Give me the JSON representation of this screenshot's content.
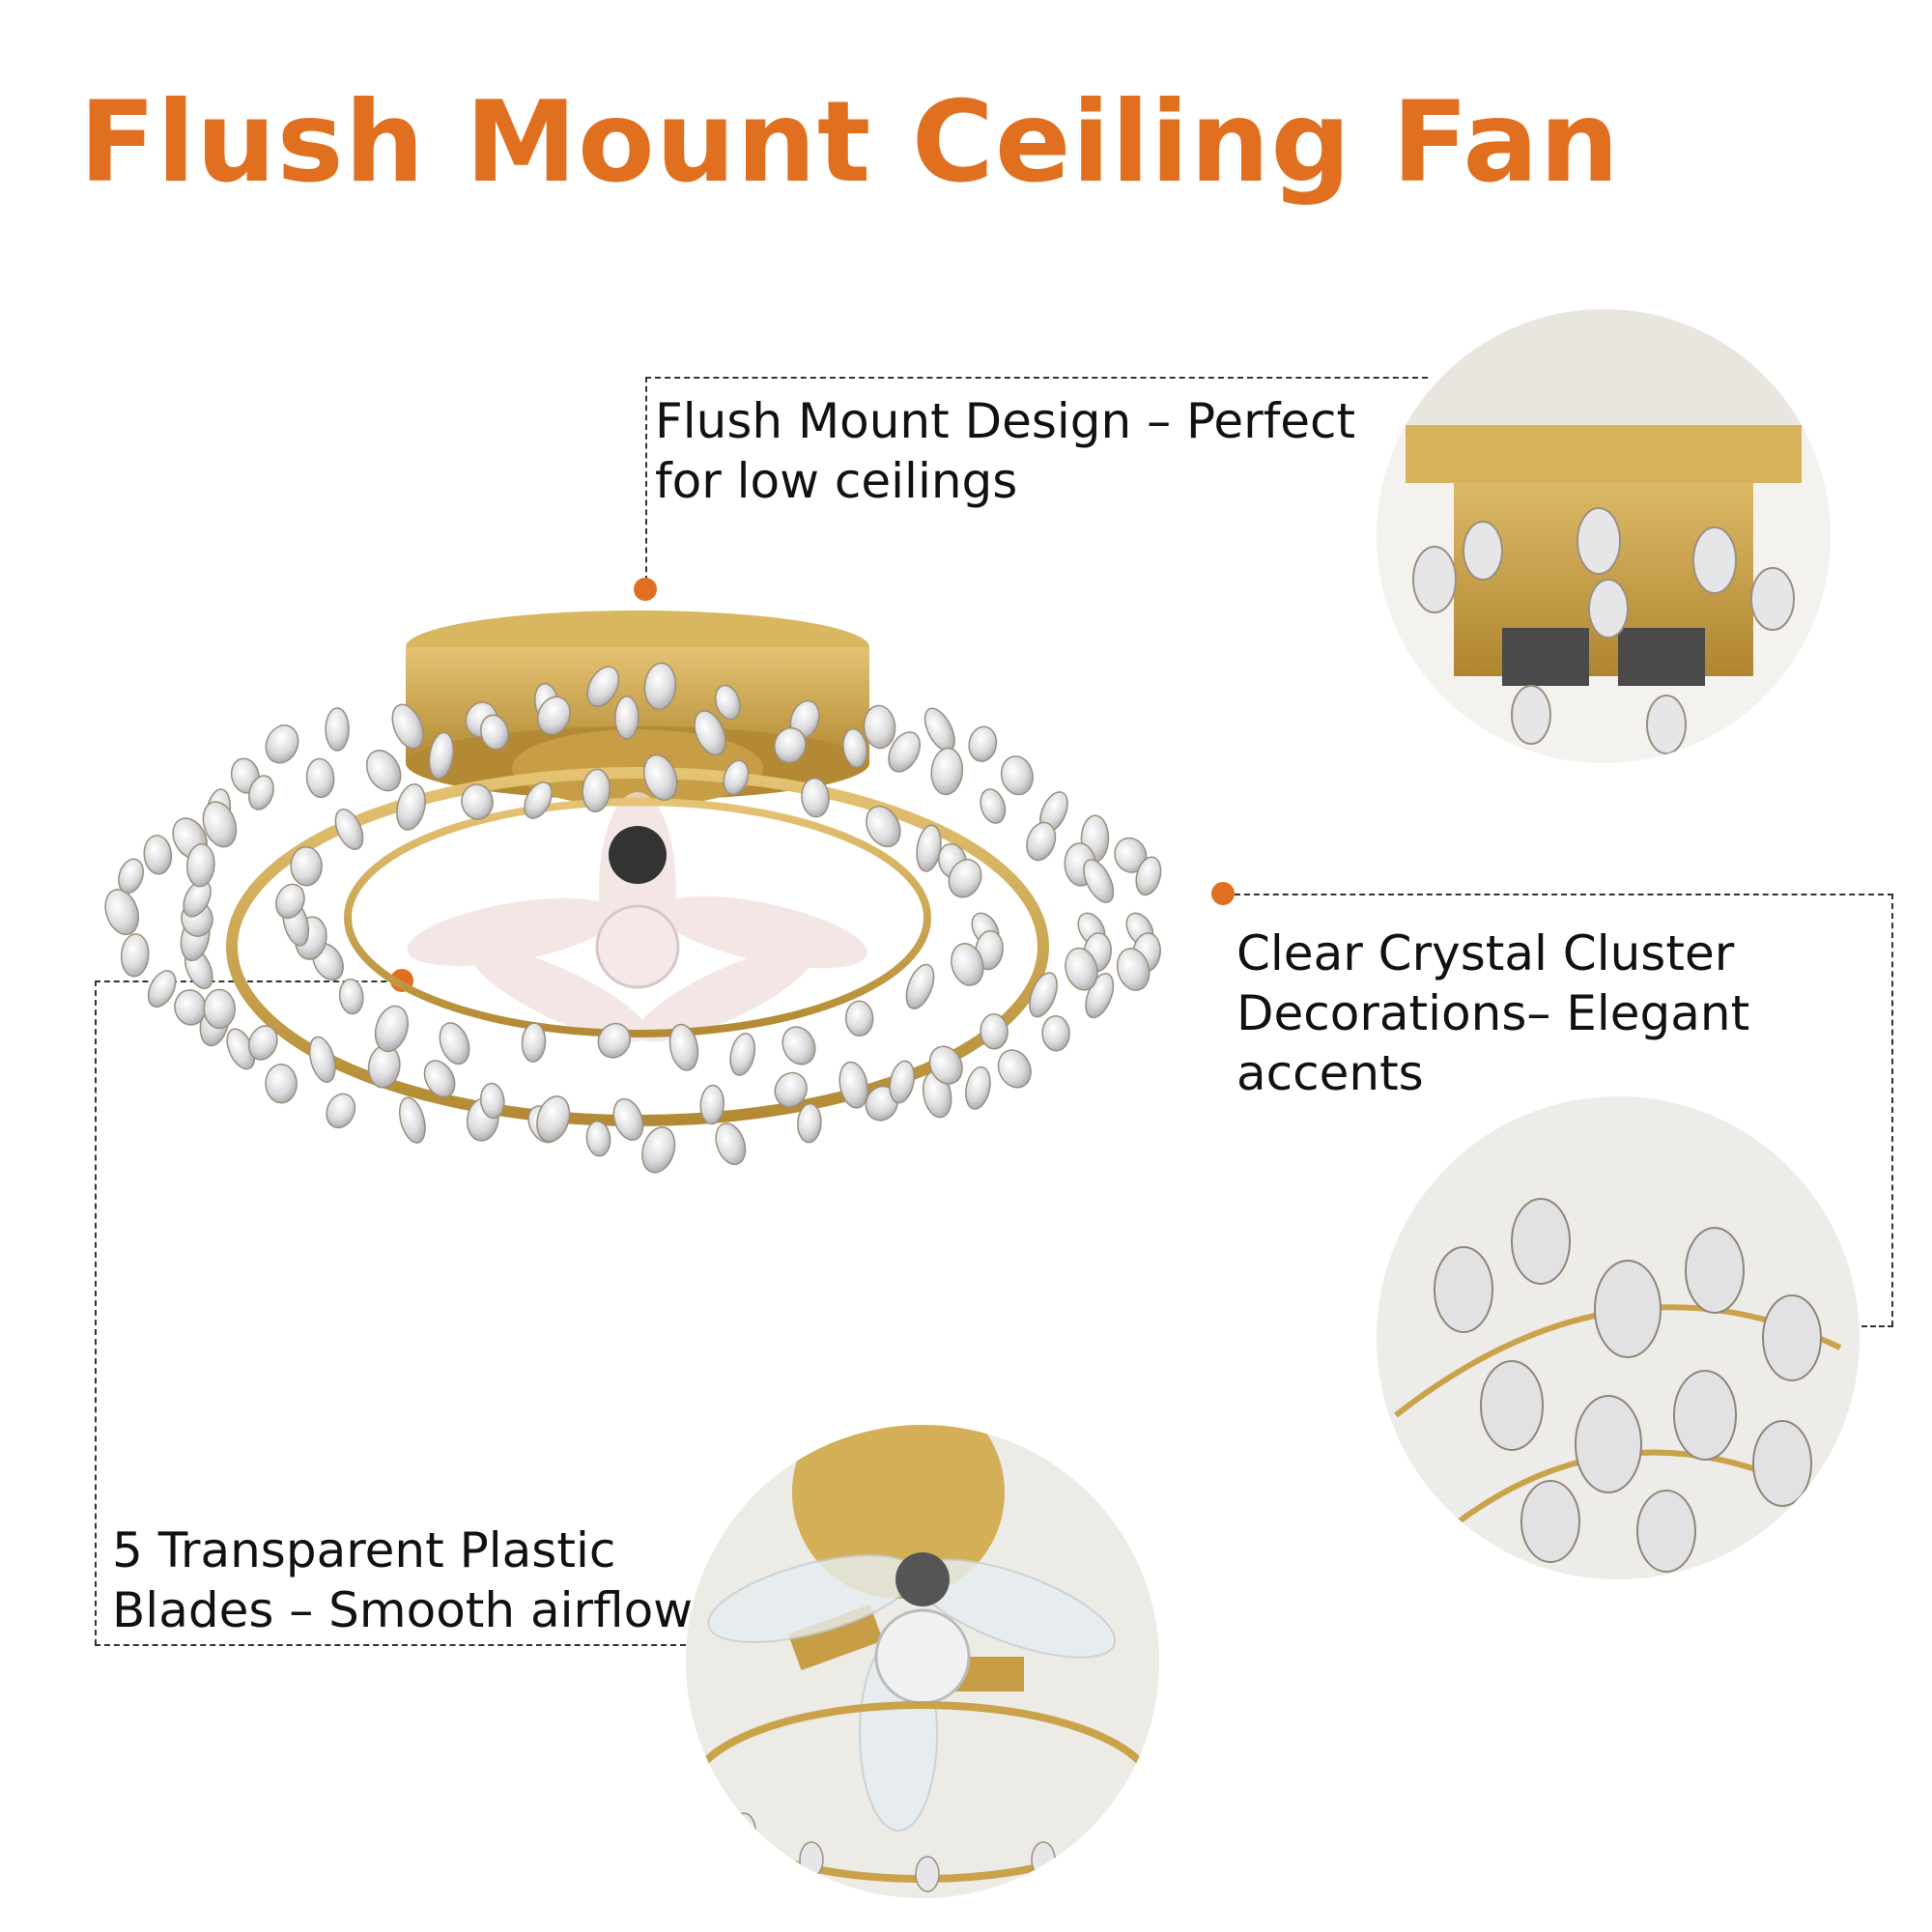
{
  "title": "Flush Mount Ceiling Fan",
  "features": {
    "flush_mount": {
      "line1": "Flush Mount Design – Perfect",
      "line2": "for low ceilings"
    },
    "crystal": {
      "line1": "Clear Crystal Cluster",
      "line2": "Decorations– Elegant",
      "line3": "accents"
    },
    "blades": {
      "line1": "5 Transparent Plastic",
      "line2": "Blades – Smooth airflow"
    }
  },
  "colors": {
    "accent": "#E07020",
    "gold": "#C9A24A",
    "crystal": "#E8E8EA"
  }
}
